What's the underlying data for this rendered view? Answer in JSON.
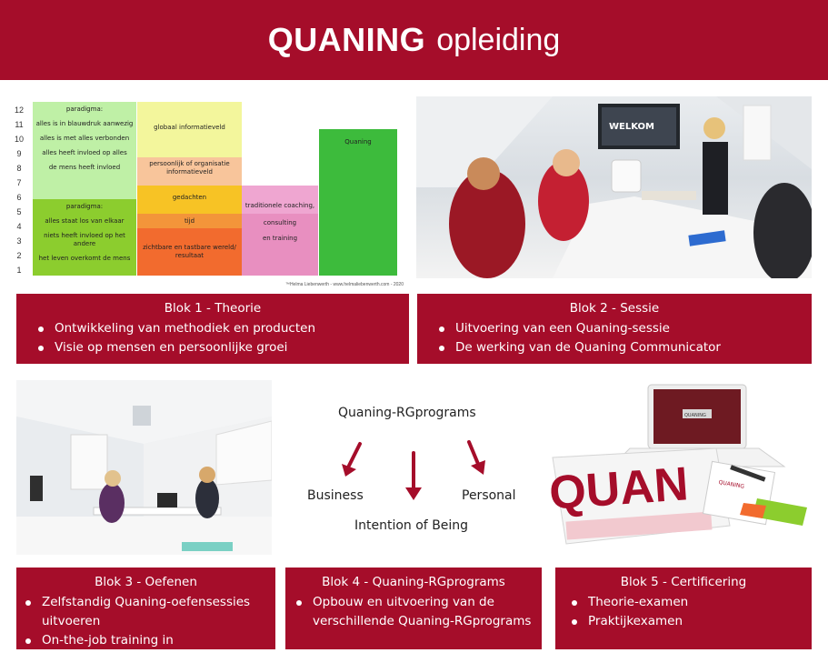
{
  "header": {
    "title_bold": "QUANING",
    "title_light": "opleiding"
  },
  "colors": {
    "brand_red": "#a50d2a",
    "green": "#8ccd2e",
    "yellow": "#f3f69c",
    "orange": "#f26b2e",
    "pink": "#e88fc0"
  },
  "chart": {
    "y_ticks": [
      "12",
      "11",
      "10",
      "9",
      "8",
      "7",
      "6",
      "5",
      "4",
      "3",
      "2",
      "1"
    ],
    "col1_top_labels": [
      "paradigma:",
      "alles is in blauwdruk aanwezig",
      "alles is met alles verbonden",
      "alles heeft invloed op alles",
      "de mens heeft invloed"
    ],
    "col1_bottom_labels": [
      "paradigma:",
      "alles staat los van elkaar",
      "niets heeft invloed op het andere",
      "het leven overkomt de mens"
    ],
    "col2_labels": [
      "globaal informatieveld",
      "persoonlijk of organisatie informatieveld",
      "gedachten",
      "tijd",
      "zichtbare en tastbare wereld/ resultaat"
    ],
    "col3_labels": [
      "traditionele coaching,",
      "consulting",
      "en training"
    ],
    "col4_label": "Quaning",
    "credit": "™Helma Liebenwerth - www.helmaliebenwerth.com - 2020"
  },
  "photo1": {
    "screen_text": "WELKOM"
  },
  "photo3": {
    "laptop_text": "QUANING",
    "binder_text": "QUAN",
    "notebook_text": "QUANING"
  },
  "blocks": [
    {
      "title": "Blok 1 - Theorie",
      "items": [
        "Ontwikkeling van methodiek en producten",
        "Visie op mensen en persoonlijke groei"
      ]
    },
    {
      "title": "Blok 2 - Sessie",
      "items": [
        "Uitvoering van een Quaning-sessie",
        "De werking van de Quaning Communicator"
      ]
    },
    {
      "title": "Blok 3 - Oefenen",
      "items": [
        "Zelfstandig Quaning-oefensessies uitvoeren",
        "On-the-job training in feedbacksessie"
      ]
    },
    {
      "title": "Blok 4 - Quaning-RGprograms",
      "items": [
        "Opbouw en uitvoering van de verschillende Quaning-RGprograms"
      ]
    },
    {
      "title": "Blok 5 - Certificering",
      "items": [
        "Theorie-examen",
        "Praktijkexamen"
      ]
    }
  ],
  "diagram": {
    "top": "Quaning-RGprograms",
    "left": "Business",
    "right": "Personal",
    "bottom": "Intention of Being"
  }
}
